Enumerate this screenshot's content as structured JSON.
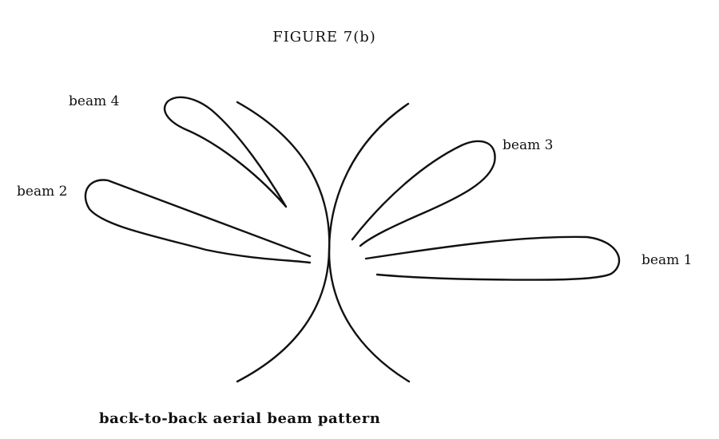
{
  "title": "FIGURE  7(b)",
  "caption": "back-to-back aerial beam pattern",
  "beams": {
    "beam1": "beam  1",
    "beam2": "beam 2",
    "beam3": "beam  3",
    "beam4": "beam  4"
  },
  "colors": {
    "ink": "#111111",
    "background": "#ffffff"
  }
}
